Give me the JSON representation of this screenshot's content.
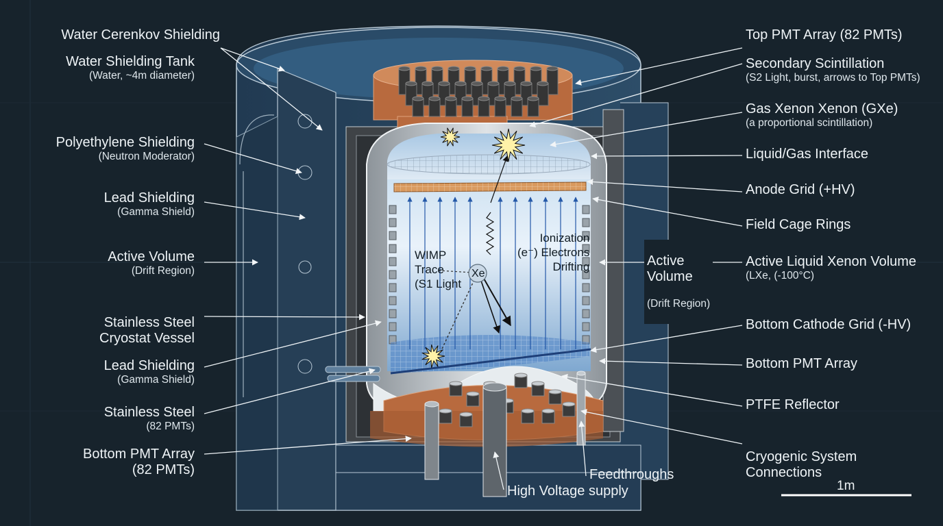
{
  "left_labels": [
    {
      "id": "water-cerenkov-shielding",
      "main": "Water Cerenkov Shielding",
      "sub": ""
    },
    {
      "id": "water-shielding-tank",
      "main": "Water Shielding Tank",
      "sub": "(Water, ~4m diameter)"
    },
    {
      "id": "polyethylene-shielding",
      "main": "Polyethylene Shielding",
      "sub": "(Neutron Moderator)"
    },
    {
      "id": "lead-shielding-1",
      "main": "Lead Shielding",
      "sub": "(Gamma Shield)"
    },
    {
      "id": "active-volume-left",
      "main": "Active Volume",
      "sub": "(Drift Region)"
    },
    {
      "id": "stainless-steel-cryostat",
      "main": "Stainless Steel\nCryostat Vessel",
      "sub": ""
    },
    {
      "id": "lead-shielding-2",
      "main": "Lead Shielding",
      "sub": "(Gamma Shield)"
    },
    {
      "id": "stainless-steel-2",
      "main": "Stainless Steel",
      "sub": "(82 PMTs)"
    },
    {
      "id": "bottom-pmt-array-left",
      "main": "Bottom PMT Array",
      "sub": "(82 PMTs)"
    }
  ],
  "right_labels": [
    {
      "id": "top-pmt-array",
      "main": "Top PMT Array (82 PMTs)",
      "sub": ""
    },
    {
      "id": "secondary-scintillation",
      "main": "Secondary Scintillation",
      "sub": "(S2 Light, burst, arrows to Top PMTs)"
    },
    {
      "id": "gas-xenon",
      "main": "Gas Xenon Xenon (GXe)",
      "sub": "(a proportional scintillation)"
    },
    {
      "id": "liquid-gas-interface",
      "main": "Liquid/Gas Interface",
      "sub": ""
    },
    {
      "id": "anode-grid",
      "main": "Anode Grid (+HV)",
      "sub": ""
    },
    {
      "id": "field-cage-rings",
      "main": "Field Cage Rings",
      "sub": ""
    },
    {
      "id": "active-liquid-xenon",
      "main": "Active Liquid Xenon Volume",
      "sub": "(LXe, (-100°C)"
    },
    {
      "id": "bottom-cathode-grid",
      "main": "Bottom Cathode Grid (-HV)",
      "sub": ""
    },
    {
      "id": "bottom-pmt-array-right",
      "main": "Bottom PMT Array",
      "sub": ""
    },
    {
      "id": "ptfe-reflector",
      "main": "PTFE Reflector",
      "sub": ""
    },
    {
      "id": "cryogenic-connections",
      "main": "Cryogenic System\nConnections",
      "sub": ""
    }
  ],
  "center_labels": {
    "active_volume": {
      "main": "Active\nVolume",
      "sub": "(Drift Region)"
    },
    "feedthroughs": "Feedthroughs",
    "high_voltage": "High Voltage supply"
  },
  "inner_labels": {
    "wimp": "WIMP\nTrace\n(S1 Light",
    "ionization": "Ionization\n(e⁻) Electrons\nDrifting",
    "xe": "Xe"
  },
  "scale_bar": {
    "label": "1m"
  },
  "colors": {
    "background": "#17232c",
    "water": "#2a4760",
    "copper": "#c07447",
    "lxe_light": "#e6f1fa",
    "lxe_dark": "#6a9ccb",
    "field_lines": "#2458a8",
    "pmt": "#3a3a3a",
    "lead": "#4a4a4a",
    "burst": "#fff2a8"
  }
}
